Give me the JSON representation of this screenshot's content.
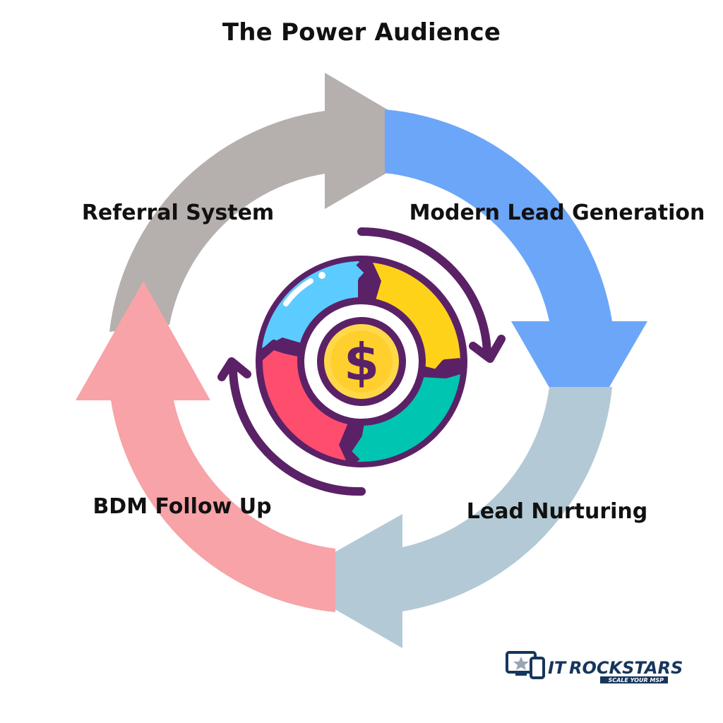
{
  "title": "The Power Audience",
  "steps": [
    {
      "label": "Modern Lead Generation",
      "color": "#6ca6f8"
    },
    {
      "label": "Lead Nurturing",
      "color": "#b3cad6"
    },
    {
      "label": "BDM Follow Up",
      "color": "#f7a3a7"
    },
    {
      "label": "Referral System",
      "color": "#b5afad"
    }
  ],
  "center_icon": {
    "name": "dollar-cycle-icon",
    "symbol": "$",
    "segment_colors": [
      "#5ccbff",
      "#ffd21a",
      "#00c5b0",
      "#ff4d6d"
    ],
    "outline_color": "#5b2167",
    "coin_color": "#ffd84a"
  },
  "logo": {
    "brand_prefix": "IT",
    "brand_name": "ROCKSTARS",
    "tagline": "SCALE YOUR MSP",
    "color": "#16365c"
  }
}
